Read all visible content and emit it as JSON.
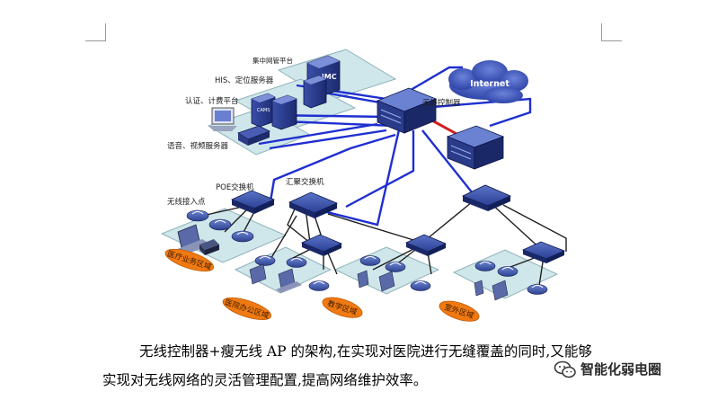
{
  "diagram": {
    "labels": {
      "nms": "集中网管平台",
      "his": "HIS、定位服务器",
      "auth": "认证、计费平台",
      "voice": "语音、视频服务器",
      "wlc": "无线控制器",
      "internet": "Internet",
      "poe": "POE交换机",
      "agg": "汇聚交换机",
      "ap": "无线接入点",
      "imc": "iMC",
      "cams": "CAMS"
    },
    "zones": [
      {
        "label": "医疗业务区域"
      },
      {
        "label": "医院办公区域"
      },
      {
        "label": "教学区域"
      },
      {
        "label": "室外区域"
      }
    ],
    "colors": {
      "link_blue": "#1f2fd0",
      "link_black": "#202020",
      "link_red": "#d22020",
      "zone_orange": "#f07a12",
      "platform": "#cfe6ea"
    }
  },
  "caption": {
    "line1": "无线控制器+瘦无线 AP 的架构,在实现对医院进行无缝覆盖的同时,又能够",
    "line2": "实现对无线网络的灵活管理配置,提高网络维护效率。"
  },
  "watermark": {
    "text": "智能化弱电圈",
    "icon": "wechat-icon"
  }
}
